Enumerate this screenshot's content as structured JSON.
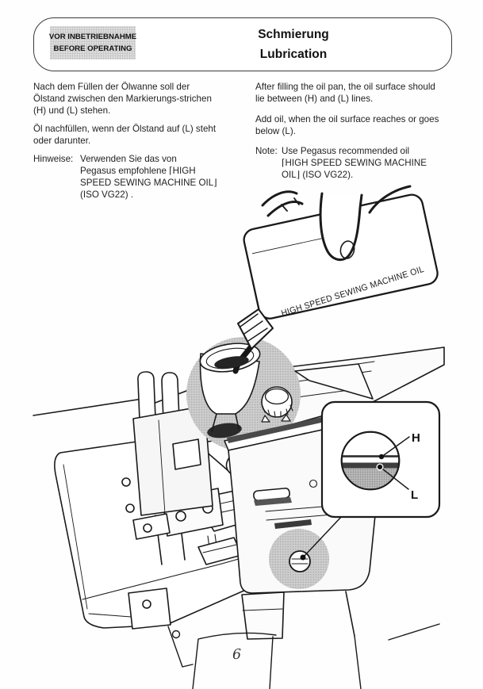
{
  "header": {
    "badge_line1": "VOR INBETRIEBNAHME",
    "badge_line2": "BEFORE OPERATING",
    "title_de": "Schmierung",
    "title_en": "Lubrication"
  },
  "german": {
    "p1_lines": [
      "Nach dem Füllen der Ölwanne soll der",
      "Ölstand zwischen den Markierungs-strichen",
      "(H) und (L) stehen."
    ],
    "p2_lines": [
      "Öl nachfüllen, wenn der Ölstand auf (L) steht",
      "oder darunter."
    ],
    "p3_label": "Hinweise:",
    "p3_lines": [
      "Verwenden Sie das von",
      "Pegasus empfohlene ⌈HIGH",
      "SPEED SEWING MACHINE OIL⌋",
      "(ISO VG22) ."
    ]
  },
  "english": {
    "p1_lines": [
      "After filling the oil pan, the oil surface should",
      "lie between (H) and (L) lines."
    ],
    "p2_lines": [
      "Add oil, when the oil surface reaches or goes",
      "below (L)."
    ],
    "p3_label": "Note:",
    "p3_lines": [
      "Use Pegasus recommended oil",
      "⌈HIGH SPEED SEWING MACHINE",
      "OIL⌋ (ISO VG22)."
    ]
  },
  "illustration": {
    "bottle_label": "HIGH SPEED SEWING MACHINE OIL",
    "inset": {
      "high_label": "H",
      "low_label": "L"
    }
  },
  "page": {
    "number": "6"
  },
  "colors": {
    "line": "#1a1a1a",
    "halftone": "#c9c9c9",
    "badge_bg": "#dedede",
    "dark_band": "#3f3f3f"
  }
}
